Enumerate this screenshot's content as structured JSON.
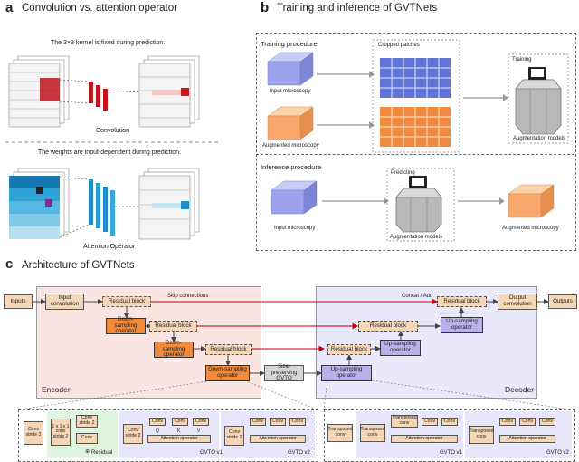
{
  "panel_a": {
    "letter": "a",
    "title": "Convolution vs. attention operator",
    "top_caption": "The 3×3 kernel is fixed during prediction.",
    "top_label": "Convolution",
    "bottom_caption": "The weights are input-dependent during prediction.",
    "bottom_label": "Attention Operator",
    "colors": {
      "conv_kernel": "#c0151c",
      "attention": "#1e8fc9"
    }
  },
  "panel_b": {
    "letter": "b",
    "title": "Training and inference of GVTNets",
    "training": {
      "heading": "Training procedure",
      "input": "Input microscopy",
      "augmented": "Augmented microscopy",
      "patches": "Cropped patches",
      "training_label": "Training",
      "models": "Augmentation models"
    },
    "inference": {
      "heading": "Inference procedure",
      "input": "Input microscopy",
      "predicting": "Predicting",
      "models": "Augmentation models",
      "output": "Augmented microscopy"
    }
  },
  "panel_c": {
    "letter": "c",
    "title": "Architecture of GVTNets",
    "inputs": "Inputs",
    "outputs": "Outputs",
    "input_conv": "Input convolution",
    "output_conv": "Output convolution",
    "residual_block": "Residual block",
    "down_sampling": "Down-sampling operator",
    "up_sampling": "Up-sampling operator",
    "gvto": "Size-preserving GVTO",
    "skip": "Skip connections",
    "concat": "Concat / Add",
    "encoder": "Encoder",
    "decoder": "Decoder",
    "details": {
      "conv_stride2": "Conv stride 2",
      "conv_1x1": "1 x 1 x 1 conv stride 2",
      "conv": "Conv",
      "conv_s2": "Conv stride 2",
      "residual": "Residual",
      "attention_operator": "Attention operator",
      "gvto_v1": "GVTO v1",
      "gvto_v2": "GVTO v2",
      "transposed_conv": "Transposed conv",
      "q": "Q",
      "k": "K",
      "v": "V"
    }
  }
}
